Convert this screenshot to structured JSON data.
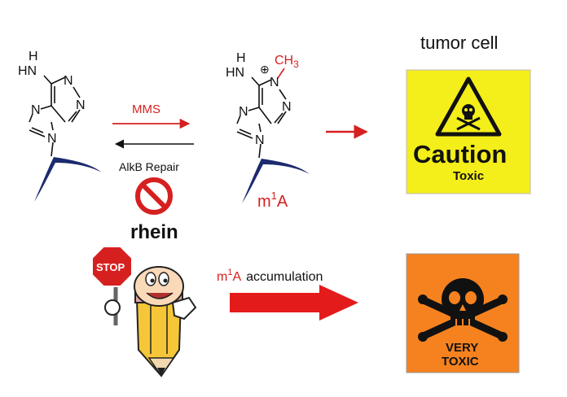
{
  "molecule_left": {
    "h_label": "H",
    "hn_label": "HN",
    "n_labels": [
      "N",
      "N",
      "N",
      "N"
    ]
  },
  "molecule_right": {
    "h_label": "H",
    "hn_label": "HN",
    "plus_label": "⊕",
    "methyl_label": "CH",
    "methyl_sub": "3",
    "n_labels": [
      "N",
      "N",
      "N",
      "N"
    ],
    "m1a_label": "m",
    "m1a_sup": "1",
    "m1a_suffix": "A"
  },
  "arrows": {
    "forward_label": "MMS",
    "reverse_label": "AlkB Repair",
    "accumulation_prefix": "m",
    "accumulation_sup": "1",
    "accumulation_suffix": "A",
    "accumulation_text": "accumulation"
  },
  "inhibitor": {
    "label": "rhein",
    "icon": "prohibited-icon"
  },
  "tumor_cell": {
    "title": "tumor cell"
  },
  "caution_sign": {
    "title": "Caution",
    "subtitle": "Toxic",
    "background": "#f4ee1a"
  },
  "very_toxic_sign": {
    "line1": "VERY",
    "line2": "TOXIC",
    "background": "#f5821f"
  },
  "stop_cartoon": {
    "sign_text": "STOP"
  },
  "colors": {
    "red": "#d62020",
    "ribbon": "#1c2a6e"
  }
}
